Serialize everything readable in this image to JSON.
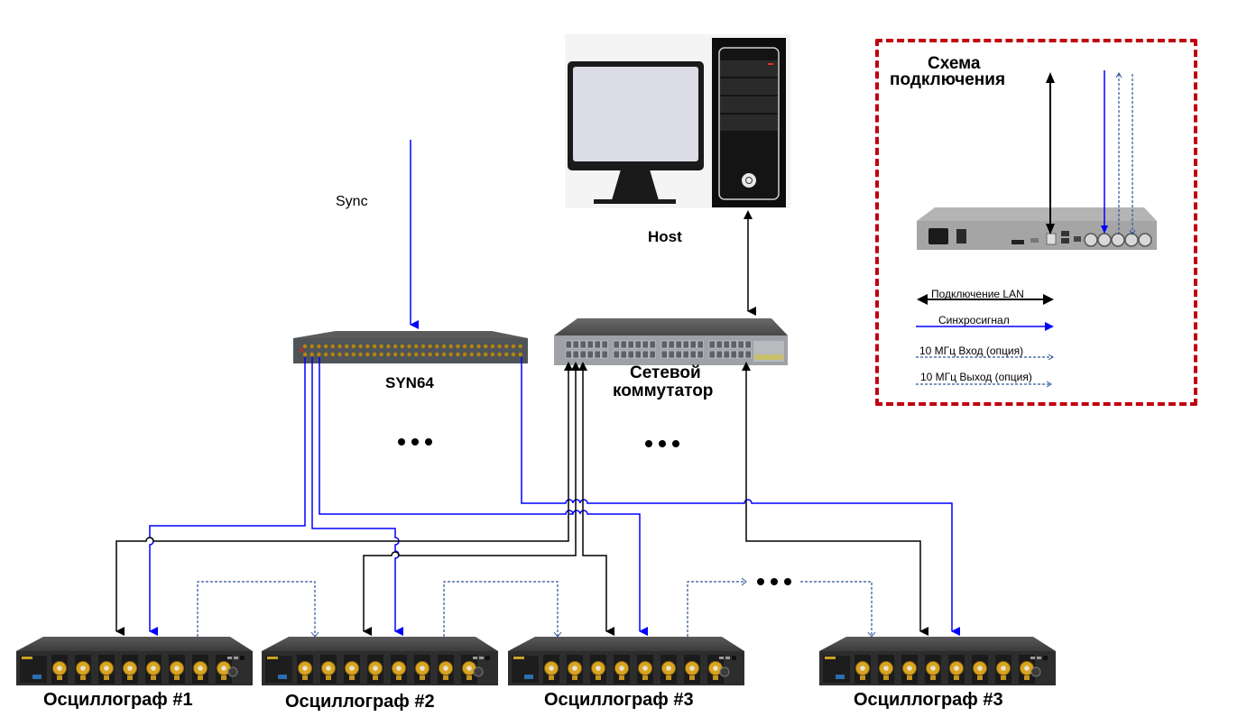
{
  "diagram": {
    "sync_label": "Sync",
    "host_label": "Host",
    "syn64_label": "SYN64",
    "switch_label_line1": "Сетевой",
    "switch_label_line2": "коммутатор",
    "ellipsis": "• • •",
    "scopes": [
      {
        "label": "Осциллограф #1"
      },
      {
        "label": "Осциллограф #2"
      },
      {
        "label": "Осциллограф #3"
      },
      {
        "label": "Осциллограф #3"
      }
    ],
    "legend": {
      "title_line1": "Схема",
      "title_line2": "подключения",
      "items": [
        {
          "label": "Подключение LAN",
          "style": "double-arrow-solid",
          "color": "#000000"
        },
        {
          "label": "Синхросигнал",
          "style": "arrow-solid",
          "color": "#0000ff"
        },
        {
          "label": "10 МГц Вход (опция)",
          "style": "arrow-dashed",
          "color": "#2f5597"
        },
        {
          "label": "10 МГц Выход (опция)",
          "style": "arrow-dashed",
          "color": "#2f5597"
        }
      ]
    },
    "colors": {
      "lan": "#000000",
      "sync": "#0000ff",
      "ref10mhz": "#2f5597",
      "legend_border": "#c0000f"
    }
  }
}
